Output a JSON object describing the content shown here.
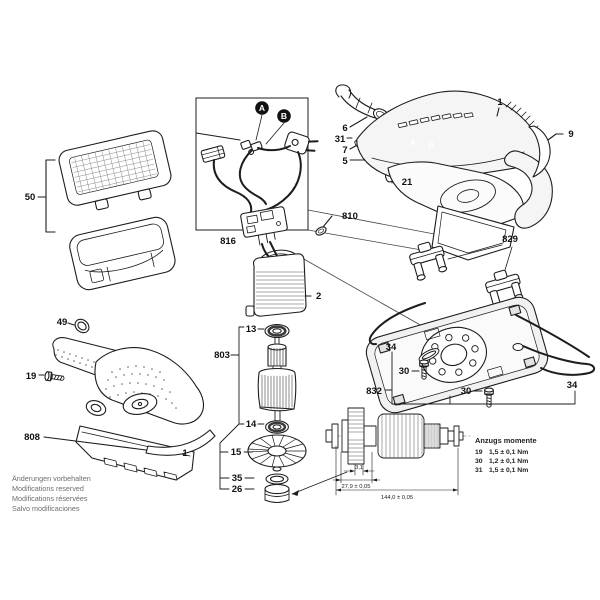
{
  "page": {
    "background": "#ffffff",
    "ink": "#1d1d1b"
  },
  "parts": {
    "housing": "1",
    "stator": "2",
    "cable": "5",
    "dust_tube": "6",
    "cover": "7",
    "arrow_sticker": "9",
    "bearing_top": "13",
    "bearing_bottom": "14",
    "fan": "15",
    "screw_handle": "19",
    "bracket": "21",
    "eccentric": "26",
    "screw_plate": "30",
    "screw_tube": "31",
    "wire_clip": "34",
    "washer": "35",
    "o_ring": "49",
    "dust_box": "50",
    "armature": "803",
    "label_arrow": "808",
    "terminal": "810",
    "switch_cable_assembly": "816",
    "clamp_lever": "829",
    "sanding_plate": "832"
  },
  "markers": {
    "a": "A",
    "b": "B"
  },
  "torque": {
    "title": "Anzugs momente",
    "rows": [
      {
        "ref": "19",
        "value": "1,5 ± 0,1 Nm"
      },
      {
        "ref": "30",
        "value": "1,2 ± 0,1 Nm"
      },
      {
        "ref": "31",
        "value": "1,5 ± 0,1 Nm"
      }
    ]
  },
  "dimensions": {
    "gear_width": "3,1",
    "gear_assembly": "27,9 ± 0,05",
    "total_length": "144,0 ± 0,05"
  },
  "footer": {
    "lines": [
      "Änderungen vorbehalten",
      "Modifications reserved",
      "Modifications réservées",
      "Salvo modificaciones"
    ]
  }
}
